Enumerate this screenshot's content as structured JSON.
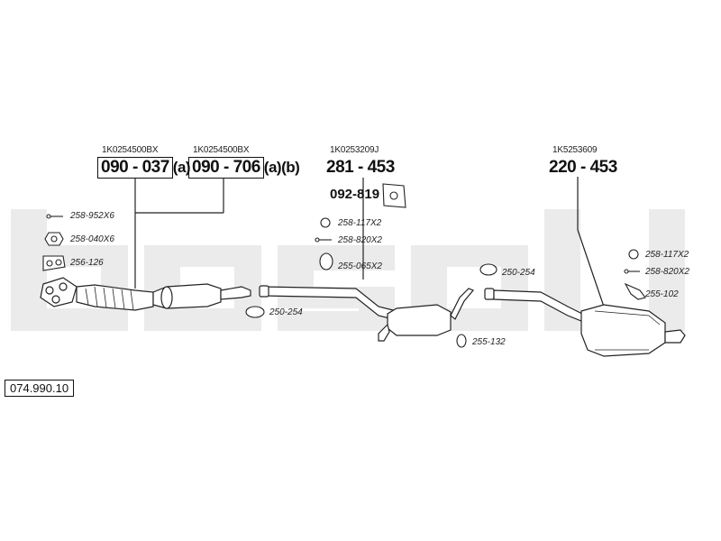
{
  "diagram_ref": "074.990.10",
  "watermark": "bosal",
  "groups": [
    {
      "oem": "1K0254500BX",
      "part": "090 - 037",
      "suffix": "(a)"
    },
    {
      "oem": "1K0254500BX",
      "part": "090 - 706",
      "suffix": "(a)(b)"
    },
    {
      "oem": "1K0253209J",
      "part": "281 - 453"
    },
    {
      "oem": "1K5253609",
      "part": "220 - 453"
    }
  ],
  "extra_part": "092-819",
  "accessories": [
    "258-952X6",
    "258-040X6",
    "256-126",
    "250-254",
    "258-117X2",
    "258-820X2",
    "255-065X2",
    "255-132",
    "250-254",
    "258-117X2",
    "258-820X2",
    "255-102"
  ]
}
